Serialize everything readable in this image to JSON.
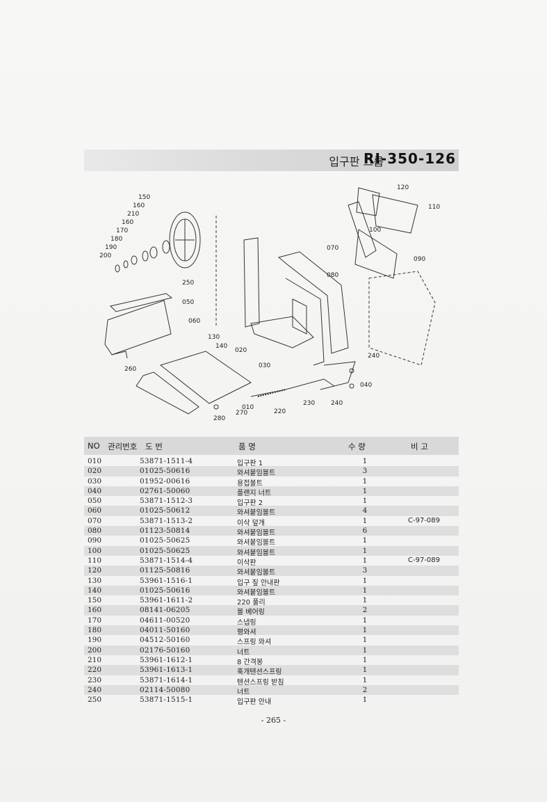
{
  "header": {
    "group_label": "입구판 그룹",
    "code": "RI-350-126"
  },
  "diagram": {
    "callouts": [
      "150",
      "160",
      "210",
      "160",
      "170",
      "180",
      "190",
      "200",
      "250",
      "050",
      "060",
      "130",
      "140",
      "020",
      "030",
      "260",
      "010",
      "270",
      "280",
      "220",
      "230",
      "240",
      "240",
      "040",
      "120",
      "110",
      "100",
      "070",
      "090",
      "080"
    ]
  },
  "table": {
    "headers": {
      "no": "NO",
      "mgmt": "관리번호",
      "drawing": "도     번",
      "name": "품          명",
      "qty": "수     량",
      "note": "비  고"
    },
    "rows": [
      {
        "no": "010",
        "part": "53871-1511-4",
        "name": "입구판 1",
        "qty": "1",
        "note": ""
      },
      {
        "no": "020",
        "part": "01025-50616",
        "name": "와셔붙임볼트",
        "qty": "3",
        "note": ""
      },
      {
        "no": "030",
        "part": "01952-00616",
        "name": "용접볼트",
        "qty": "1",
        "note": ""
      },
      {
        "no": "040",
        "part": "02761-50060",
        "name": "플랜지 너트",
        "qty": "1",
        "note": ""
      },
      {
        "no": "050",
        "part": "53871-1512-3",
        "name": "입구판 2",
        "qty": "1",
        "note": ""
      },
      {
        "no": "060",
        "part": "01025-50612",
        "name": "와셔붙임볼트",
        "qty": "4",
        "note": ""
      },
      {
        "no": "070",
        "part": "53871-1513-2",
        "name": "이삭 덮개",
        "qty": "1",
        "note": "C-97-089"
      },
      {
        "no": "080",
        "part": "01123-50814",
        "name": "와셔붙임볼트",
        "qty": "6",
        "note": ""
      },
      {
        "no": "090",
        "part": "01025-50625",
        "name": "와셔붙임볼트",
        "qty": "1",
        "note": ""
      },
      {
        "no": "100",
        "part": "01025-50625",
        "name": "와셔붙임볼트",
        "qty": "1",
        "note": ""
      },
      {
        "no": "110",
        "part": "53871-1514-4",
        "name": "이삭판",
        "qty": "1",
        "note": "C-97-089"
      },
      {
        "no": "120",
        "part": "01125-50816",
        "name": "와셔붙임볼트",
        "qty": "3",
        "note": ""
      },
      {
        "no": "130",
        "part": "53961-1516-1",
        "name": "입구 짚 안내판",
        "qty": "1",
        "note": ""
      },
      {
        "no": "140",
        "part": "01025-50616",
        "name": "와셔붙임볼트",
        "qty": "1",
        "note": ""
      },
      {
        "no": "150",
        "part": "53961-1611-2",
        "name": "220 풀리",
        "qty": "1",
        "note": ""
      },
      {
        "no": "160",
        "part": "08141-06205",
        "name": "볼 베어링",
        "qty": "2",
        "note": ""
      },
      {
        "no": "170",
        "part": "04611-00520",
        "name": "스냅링",
        "qty": "1",
        "note": ""
      },
      {
        "no": "180",
        "part": "04011-50160",
        "name": "평와셔",
        "qty": "1",
        "note": ""
      },
      {
        "no": "190",
        "part": "04512-50160",
        "name": "스프링 와셔",
        "qty": "1",
        "note": ""
      },
      {
        "no": "200",
        "part": "02176-50160",
        "name": "너트",
        "qty": "1",
        "note": ""
      },
      {
        "no": "210",
        "part": "53961-1612-1",
        "name": "8 간격봉",
        "qty": "1",
        "note": ""
      },
      {
        "no": "220",
        "part": "53961-1613-1",
        "name": "훅개텐션스프링",
        "qty": "1",
        "note": ""
      },
      {
        "no": "230",
        "part": "53871-1614-1",
        "name": "텐션스프링 받침",
        "qty": "1",
        "note": ""
      },
      {
        "no": "240",
        "part": "02114-50080",
        "name": "너트",
        "qty": "2",
        "note": ""
      },
      {
        "no": "250",
        "part": "53871-1515-1",
        "name": "입구판 안내",
        "qty": "1",
        "note": ""
      }
    ]
  },
  "footer": {
    "page": "- 265 -"
  }
}
